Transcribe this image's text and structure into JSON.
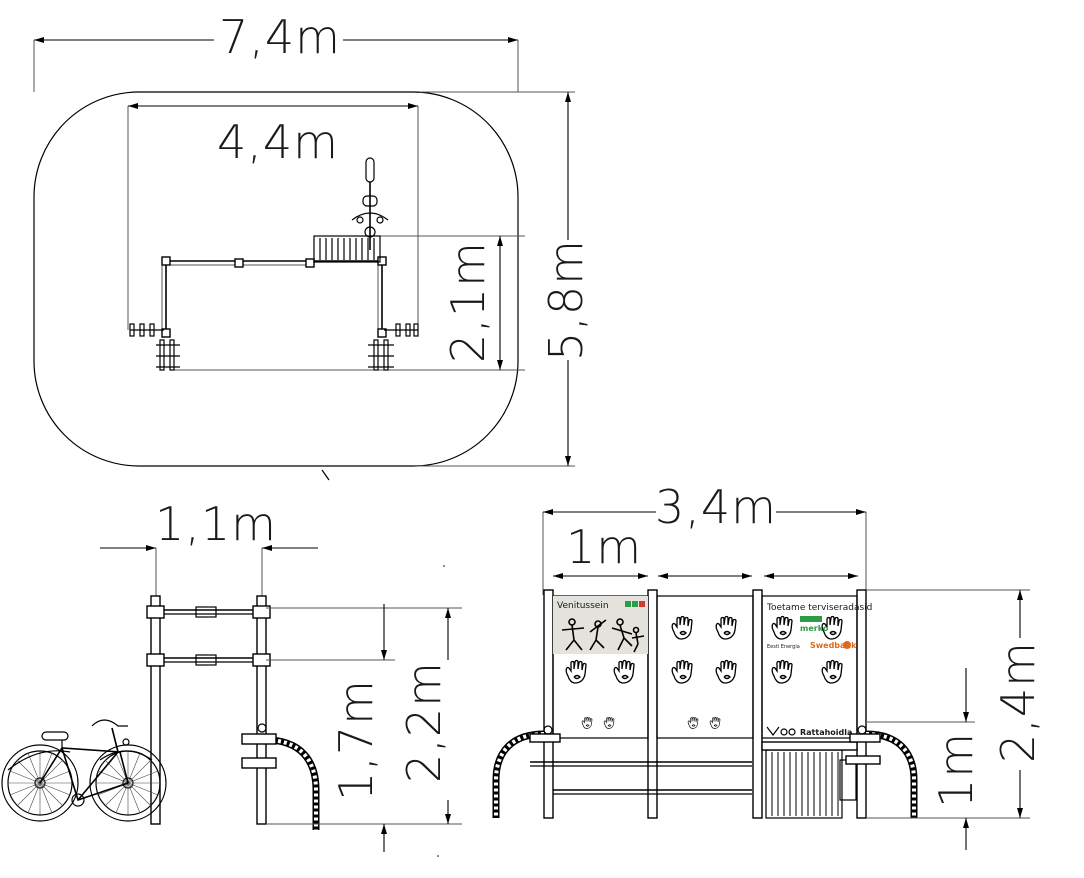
{
  "top_view": {
    "width_outer": "7,4m",
    "width_inner": "4,4m",
    "depth_inner": "2,1m",
    "depth_outer": "5,8m"
  },
  "side_view": {
    "depth": "1,1m",
    "height_bar": "1,7m",
    "height_total": "2,2m"
  },
  "front_view": {
    "width_total": "3,4m",
    "panel_width": "1m",
    "height_total": "2,4m",
    "height_lower": "1m",
    "panel_left_title": "Venitussein",
    "panel_right_title": "Toetame terviseradasid",
    "brand_label": "Rattahoidla",
    "sponsors": [
      "merko",
      "Eesti Energia",
      "Swedbank"
    ]
  }
}
